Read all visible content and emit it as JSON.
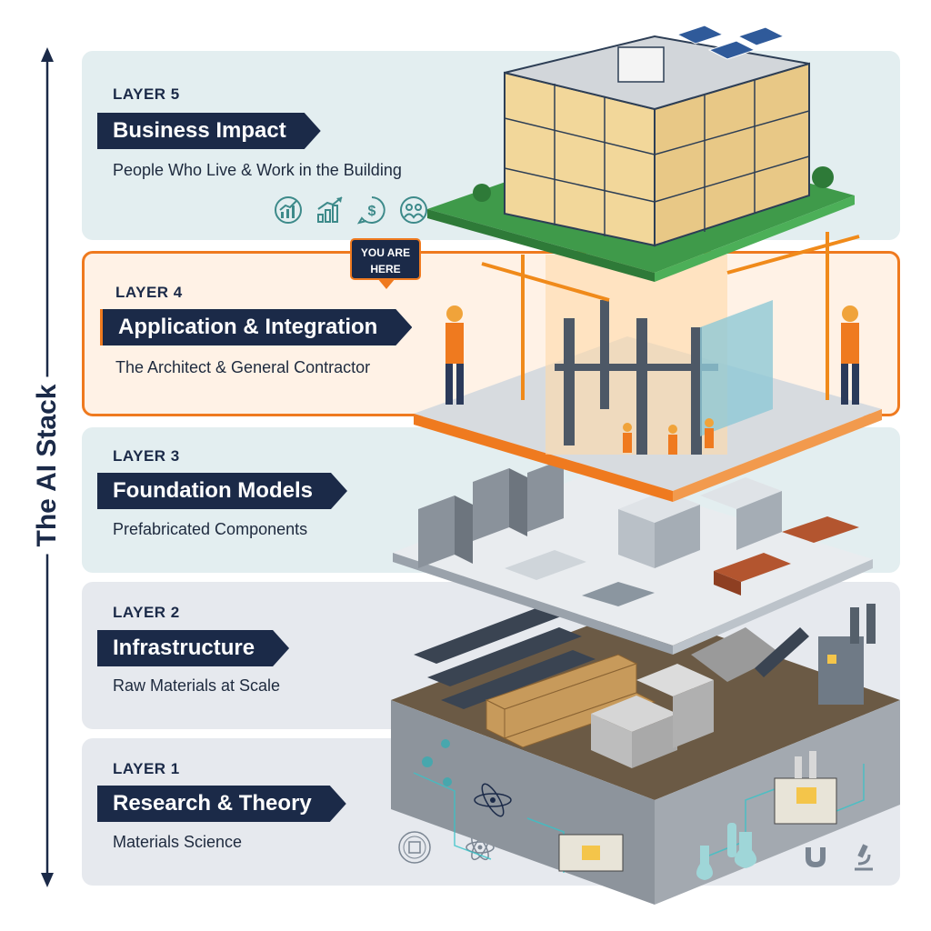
{
  "title": "The AI Stack",
  "badge": {
    "line1": "YOU ARE",
    "line2": "HERE"
  },
  "layers": [
    {
      "label": "LAYER 5",
      "title": "Business Impact",
      "subtitle": "People Who Live & Work in the Building",
      "icons": [
        "growth-chart-icon",
        "bar-growth-icon",
        "dollar-icon",
        "people-icon"
      ]
    },
    {
      "label": "LAYER 4",
      "title": "Application & Integration",
      "subtitle": "The Architect & General Contractor"
    },
    {
      "label": "LAYER 3",
      "title": "Foundation Models",
      "subtitle": "Prefabricated Components"
    },
    {
      "label": "LAYER 2",
      "title": "Infrastructure",
      "subtitle": "Raw Materials at Scale"
    },
    {
      "label": "LAYER 1",
      "title": "Research & Theory",
      "subtitle": "Materials Science",
      "icons": [
        "seal-icon",
        "atom-icon",
        "magnet-icon",
        "microscope-icon"
      ]
    }
  ],
  "colors": {
    "navy": "#1b2a48",
    "accent": "#ef7a1f",
    "panel": "#e3eef0"
  }
}
